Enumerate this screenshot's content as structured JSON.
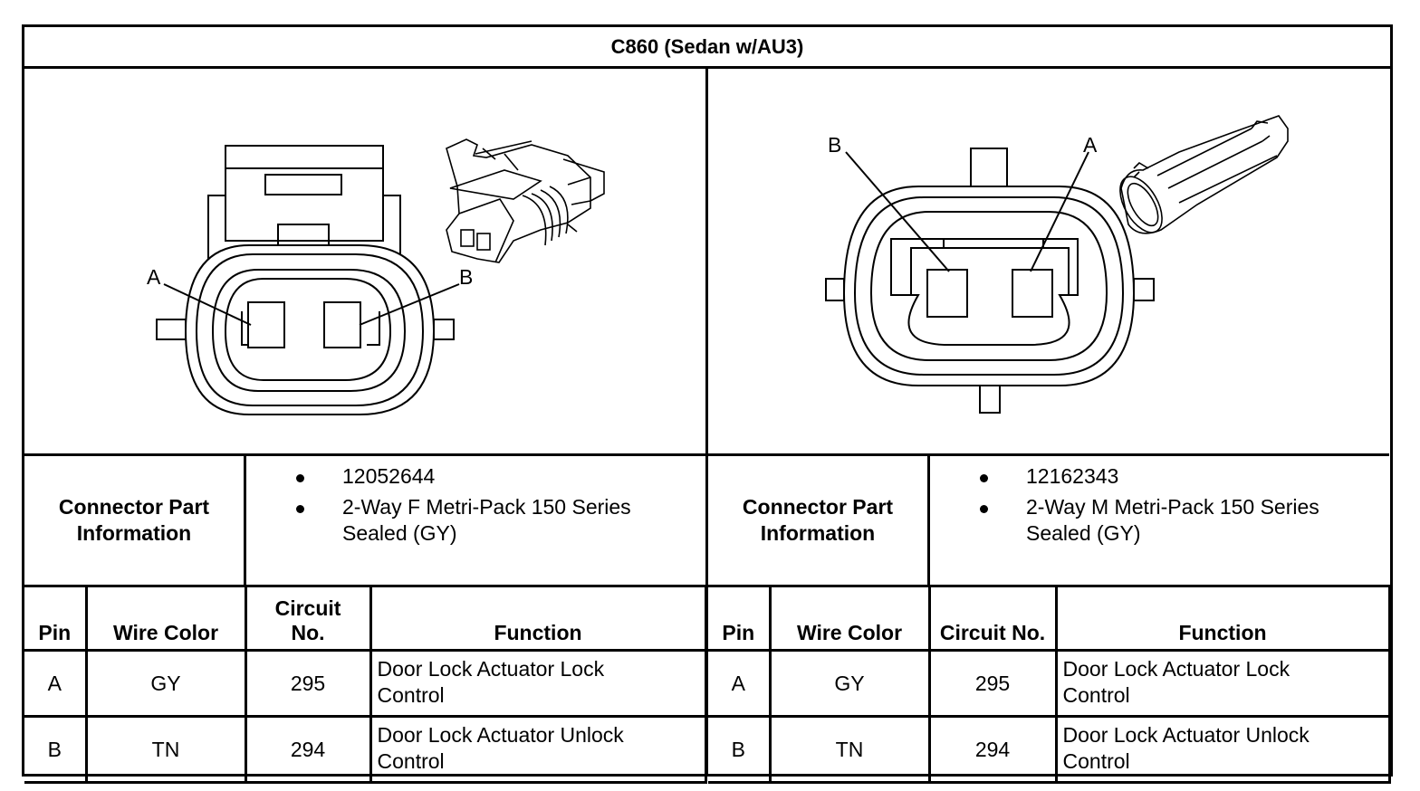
{
  "title": "C860 (Sedan w/AU3)",
  "left": {
    "pin_labels": [
      "A",
      "B"
    ],
    "info_label_line1": "Connector Part",
    "info_label_line2": "Information",
    "part_number": "12052644",
    "description_line1": "2-Way F Metri-Pack 150 Series",
    "description_line2": "Sealed (GY)",
    "headers": {
      "pin": "Pin",
      "wire_color": "Wire Color",
      "circuit_line1": "Circuit",
      "circuit_line2": "No.",
      "function": "Function"
    },
    "rows": [
      {
        "pin": "A",
        "wire_color": "GY",
        "circuit": "295",
        "function_line1": "Door Lock Actuator Lock",
        "function_line2": "Control"
      },
      {
        "pin": "B",
        "wire_color": "TN",
        "circuit": "294",
        "function_line1": "Door Lock Actuator Unlock",
        "function_line2": "Control"
      }
    ]
  },
  "right": {
    "pin_labels": [
      "B",
      "A"
    ],
    "info_label_line1": "Connector Part",
    "info_label_line2": "Information",
    "part_number": "12162343",
    "description_line1": "2-Way M Metri-Pack 150 Series",
    "description_line2": "Sealed (GY)",
    "headers": {
      "pin": "Pin",
      "wire_color": "Wire Color",
      "circuit": "Circuit No.",
      "function": "Function"
    },
    "rows": [
      {
        "pin": "A",
        "wire_color": "GY",
        "circuit": "295",
        "function_line1": "Door Lock Actuator Lock",
        "function_line2": "Control"
      },
      {
        "pin": "B",
        "wire_color": "TN",
        "circuit": "294",
        "function_line1": "Door Lock Actuator Unlock",
        "function_line2": "Control"
      }
    ]
  }
}
